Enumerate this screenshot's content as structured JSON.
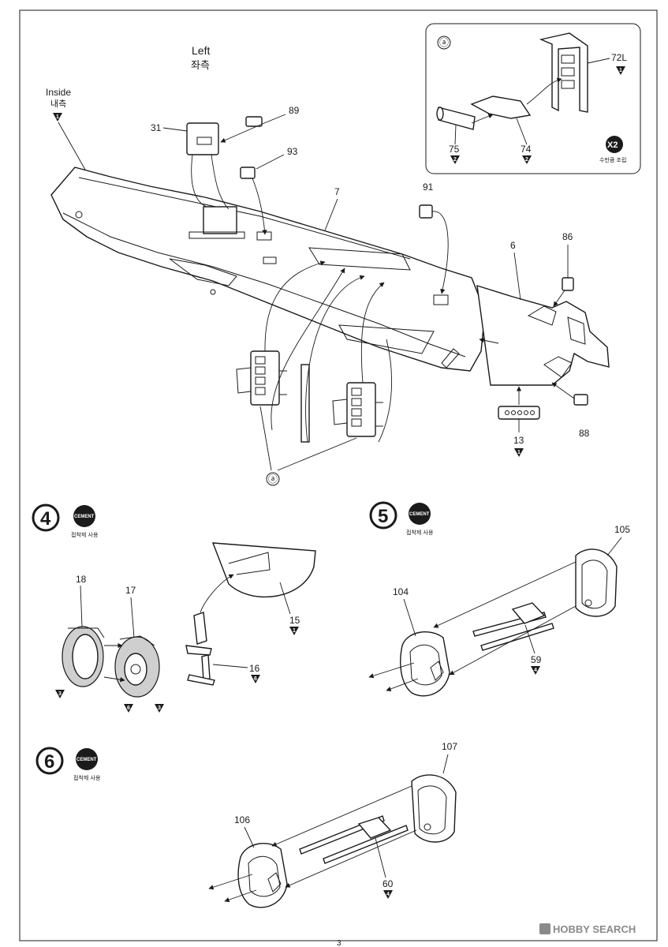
{
  "top_section": {
    "left_label_en": "Left",
    "left_label_ko": "좌측",
    "inside_label_en": "Inside",
    "inside_label_ko": "내측",
    "inside_sprue": "1",
    "parts": {
      "p31": "31",
      "p89": "89",
      "p93": "93",
      "p7": "7",
      "p91": "91",
      "p6": "6",
      "p86": "86",
      "p88": "88",
      "p13": "13",
      "p13_sprue": "1"
    },
    "callout_a": "ⓐ"
  },
  "inset_a": {
    "marker": "ⓐ",
    "p72l": "72L",
    "p72l_sprue": "1",
    "p75": "75",
    "p75_sprue": "2",
    "p74": "74",
    "p74_sprue": "2",
    "times_badge": "X2",
    "times_caption": "수만큼 조립"
  },
  "step4": {
    "number": "4",
    "cement_badge": "CEMENT",
    "cement_caption": "접착제 사용",
    "p18": "18",
    "p18_sprue": "3",
    "p17": "17",
    "p17_sprue_a": "6",
    "p17_sprue_b": "3",
    "p15": "15",
    "p15_sprue": "1",
    "p16": "16",
    "p16_sprue": "6"
  },
  "step5": {
    "number": "5",
    "cement_badge": "CEMENT",
    "cement_caption": "접착제 사용",
    "p105": "105",
    "p104": "104",
    "p59": "59",
    "p59_sprue": "4"
  },
  "step6": {
    "number": "6",
    "cement_badge": "CEMENT",
    "cement_caption": "접착제 사용",
    "p107": "107",
    "p106": "106",
    "p60": "60",
    "p60_sprue": "4"
  },
  "footer": {
    "page_number": "3",
    "watermark": "HOBBY SEARCH"
  }
}
